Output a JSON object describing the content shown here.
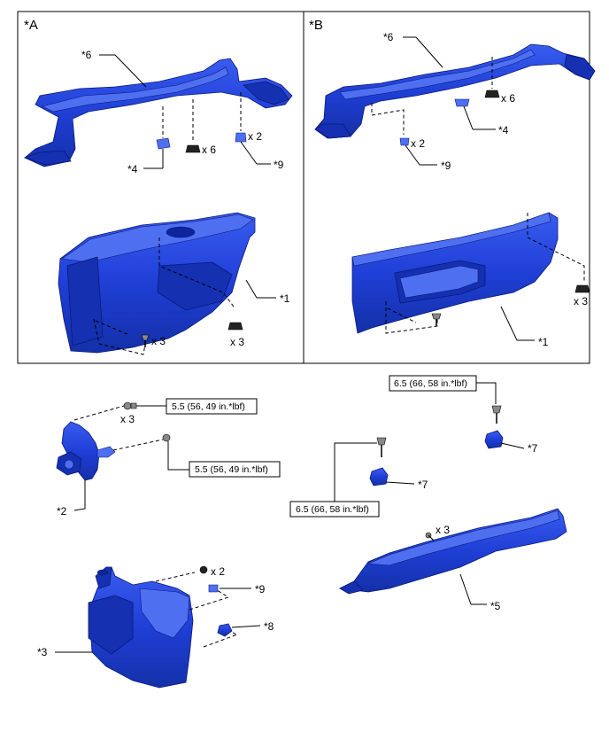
{
  "panels": {
    "a": {
      "tag": "*A"
    },
    "b": {
      "tag": "*B"
    }
  },
  "callouts": {
    "a6": "*6",
    "a4": "*4",
    "a9": "*9",
    "a1": "*1",
    "b6": "*6",
    "b4": "*4",
    "b9": "*9",
    "b1": "*1",
    "p2": "*2",
    "p3": "*3",
    "p5": "*5",
    "p7a": "*7",
    "p7b": "*7",
    "p8": "*8",
    "p9": "*9"
  },
  "quantities": {
    "a_x6": "x 6",
    "a_x2": "x 2",
    "a_x3_left": "x 3",
    "a_x3_right": "x 3",
    "b_x6": "x 6",
    "b_x2": "x 2",
    "b_x3": "x 3",
    "p2_x3": "x 3",
    "p3_x2": "x 2",
    "p5_x3": "x 3"
  },
  "torques": {
    "t1": "5.5 (56, 49 in.*lbf)",
    "t2": "5.5 (56, 49 in.*lbf)",
    "t3": "6.5 (66, 58 in.*lbf)",
    "t4": "6.5 (66, 58 in.*lbf)"
  },
  "colors": {
    "part_blue": "#1f3fd6",
    "part_dark": "#1530b0",
    "part_light": "#4e6ff0"
  }
}
